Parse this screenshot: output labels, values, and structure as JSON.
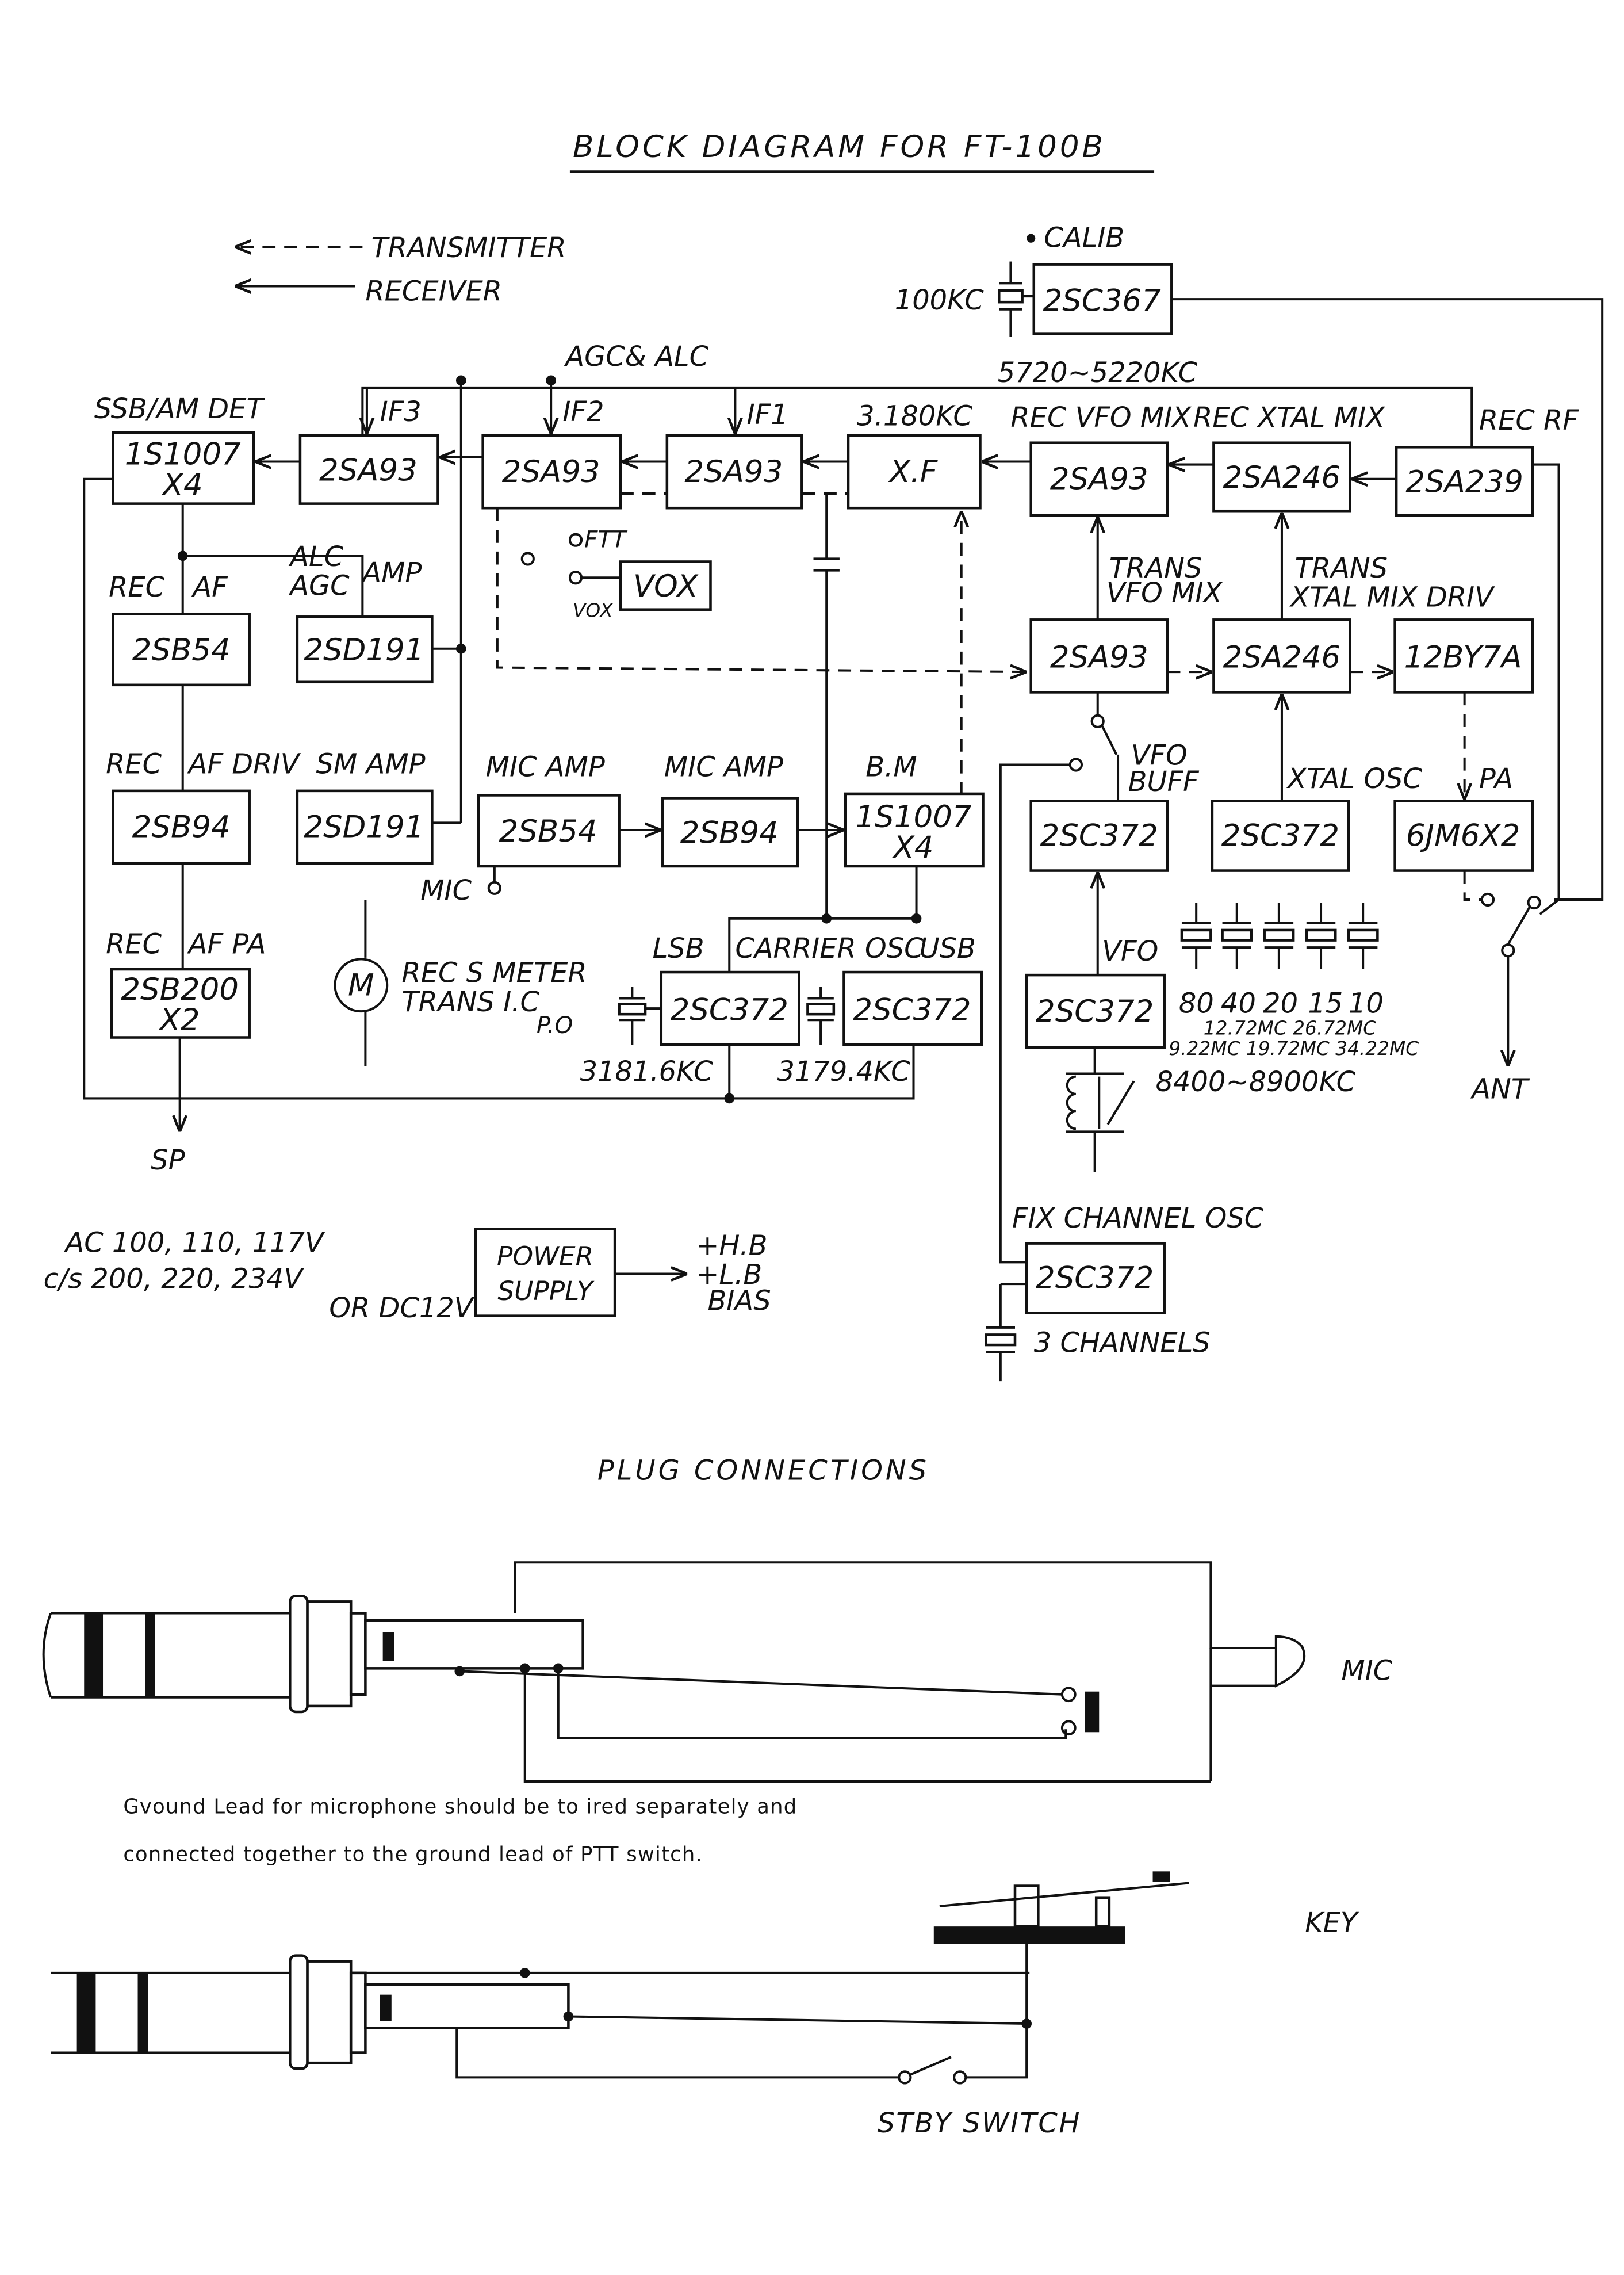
{
  "title": "BLOCK DIAGRAM FOR FT-100B",
  "legend": {
    "transmitter": "TRANSMITTER",
    "receiver": "RECEIVER"
  },
  "blocks": {
    "cal_osc": "2SC367",
    "det": {
      "line1": "1S1007",
      "line2": "X4"
    },
    "if3": "2SA93",
    "if2": "2SA93",
    "if1": "2SA93",
    "xf": "X.F",
    "rec_vfo_mix": "2SA93",
    "rec_xtal_mix": "2SA246",
    "rec_rf": "2SA239",
    "vox": "VOX",
    "rec_af": "2SB54",
    "alc_agc_amp": "2SD191",
    "trans_vfo_mix": "2SA93",
    "trans_xtal_mix": "2SA246",
    "driver": "12BY7A",
    "af_driv": "2SB94",
    "sm_amp": "2SD191",
    "mic_amp1": "2SB54",
    "mic_amp2": "2SB94",
    "bm": {
      "line1": "1S1007",
      "line2": "X4"
    },
    "vfo_buff": "2SC372",
    "xtal_osc": "2SC372",
    "pa": "6JM6X2",
    "af_pa": {
      "line1": "2SB200",
      "line2": "X2"
    },
    "lsb_osc": "2SC372",
    "usb_osc": "2SC372",
    "vfo": "2SC372",
    "fix_osc": "2SC372",
    "power": {
      "line1": "POWER",
      "line2": "SUPPLY"
    },
    "meter": "M"
  },
  "labels": {
    "calib": "CALIB",
    "xtal_100kc": "100KC",
    "freq_5720": "5720~5220KC",
    "agc_alc": "AGC& ALC",
    "ssb_am_det": "SSB/AM DET",
    "if3": "IF3",
    "if2": "IF2",
    "if1": "IF1",
    "xf_freq": "3.180KC",
    "rec_vfo_mix": "REC VFO MIX",
    "rec_xtal_mix": "REC XTAL MIX",
    "rec_rf": "REC RF",
    "ftt": "FTT",
    "vox_small": "VOX",
    "rec1": "REC",
    "af": "AF",
    "alc": "ALC",
    "agc": "AGC",
    "amp": "AMP",
    "trans1": "TRANS",
    "vfo_mix": "VFO MIX",
    "trans2": "TRANS",
    "xtal_mix_driv": "XTAL MIX DRIV",
    "rec2": "REC",
    "af_driv": "AF DRIV",
    "sm_amp": "SM AMP",
    "mic_amp1": "MIC AMP",
    "mic_amp2": "MIC AMP",
    "bm": "B.M",
    "vfo_buff1": "VFO",
    "vfo_buff2": "BUFF",
    "xtal_osc": "XTAL OSC",
    "pa": "PA",
    "mic": "MIC",
    "rec3": "REC",
    "af_pa": "AF PA",
    "rec_s_meter": "REC S METER",
    "trans_ic": "TRANS I.C",
    "po": "P.O",
    "lsb": "LSB",
    "carrier_osc": "CARRIER OSC",
    "usb": "USB",
    "vfo": "VFO",
    "bands": [
      "80",
      "40",
      "20",
      "15",
      "10"
    ],
    "mc_row1": "12.72MC 26.72MC",
    "mc_row2": "9.22MC 19.72MC 34.22MC",
    "vfo_range": "8400~8900KC",
    "xtal_3181": "3181.6KC",
    "xtal_3179": "3179.4KC",
    "sp": "SP",
    "ant": "ANT",
    "fix_channel_osc": "FIX CHANNEL OSC",
    "three_channels": "3 CHANNELS",
    "ac_line1": "AC  100,   110,  117V",
    "ac_line2": "c/s  200,  220,  234V",
    "ac_line3": "OR DC12V",
    "hb": "+H.B",
    "lb": "+L.B",
    "bias": "BIAS"
  },
  "plug": {
    "title": "PLUG CONNECTIONS",
    "mic": "MIC",
    "key": "KEY",
    "stby": "STBY SWITCH",
    "note_line1": "Gvound Lead for microphone should be to ired separately and",
    "note_line2": "connected together to the ground lead of PTT switch."
  }
}
